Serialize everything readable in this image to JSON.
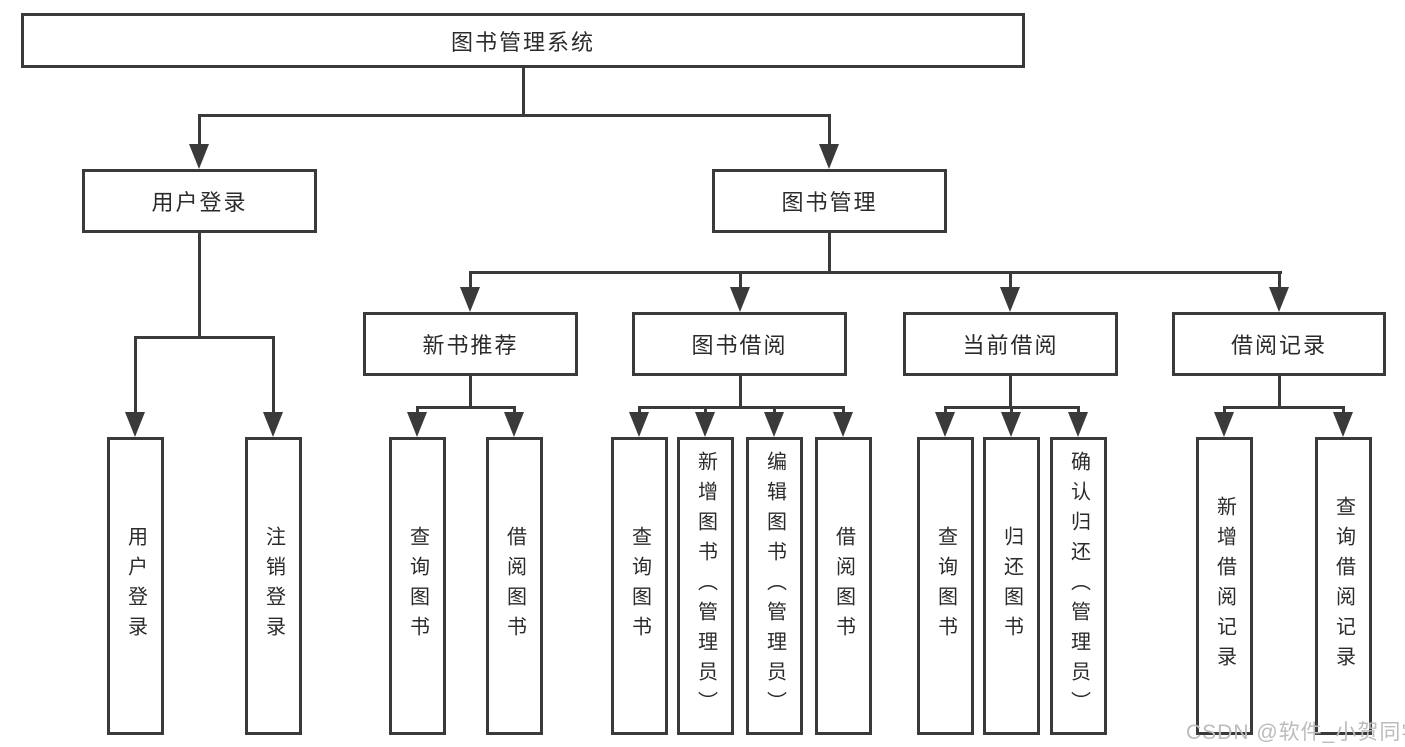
{
  "tree": {
    "label": "图书管理系统",
    "children": [
      {
        "label": "用户登录",
        "children": [
          {
            "label": "用户登录"
          },
          {
            "label": "注销登录"
          }
        ]
      },
      {
        "label": "图书管理",
        "children": [
          {
            "label": "新书推荐",
            "children": [
              {
                "label": "查询图书"
              },
              {
                "label": "借阅图书"
              }
            ]
          },
          {
            "label": "图书借阅",
            "children": [
              {
                "label": "查询图书"
              },
              {
                "label": "新增图书（管理员）"
              },
              {
                "label": "编辑图书（管理员）"
              },
              {
                "label": "借阅图书"
              }
            ]
          },
          {
            "label": "当前借阅",
            "children": [
              {
                "label": "查询图书"
              },
              {
                "label": "归还图书"
              },
              {
                "label": "确认归还（管理员）"
              }
            ]
          },
          {
            "label": "借阅记录",
            "children": [
              {
                "label": "新增借阅记录"
              },
              {
                "label": "查询借阅记录"
              }
            ]
          }
        ]
      }
    ]
  },
  "watermark": {
    "text": "CSDN @软件_小贺同学"
  },
  "colors": {
    "line": "#3a3a3a",
    "text": "#2b2b2b",
    "watermark": "#bcbcbc",
    "background": "#ffffff"
  }
}
